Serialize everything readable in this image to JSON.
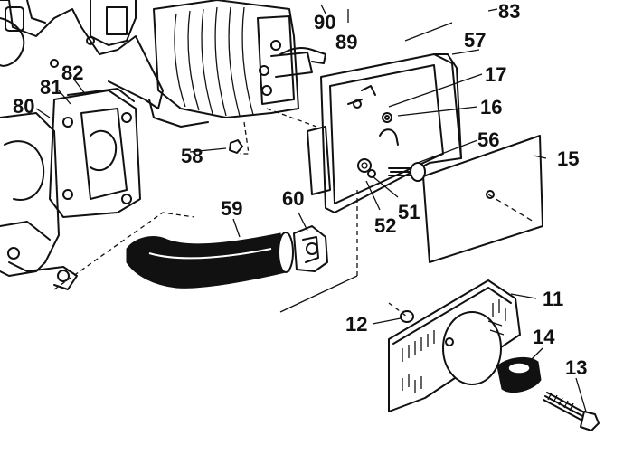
{
  "diagram": {
    "callouts": [
      {
        "id": "c90",
        "label": "90"
      },
      {
        "id": "c89",
        "label": "89"
      },
      {
        "id": "c83",
        "label": "83"
      },
      {
        "id": "c57",
        "label": "57"
      },
      {
        "id": "c17",
        "label": "17"
      },
      {
        "id": "c16",
        "label": "16"
      },
      {
        "id": "c56",
        "label": "56"
      },
      {
        "id": "c15",
        "label": "15"
      },
      {
        "id": "c82",
        "label": "82"
      },
      {
        "id": "c81",
        "label": "81"
      },
      {
        "id": "c80",
        "label": "80"
      },
      {
        "id": "c58",
        "label": "58"
      },
      {
        "id": "c60",
        "label": "60"
      },
      {
        "id": "c59",
        "label": "59"
      },
      {
        "id": "c51",
        "label": "51"
      },
      {
        "id": "c52",
        "label": "52"
      },
      {
        "id": "c11",
        "label": "11"
      },
      {
        "id": "c12",
        "label": "12"
      },
      {
        "id": "c14",
        "label": "14"
      },
      {
        "id": "c13",
        "label": "13"
      }
    ],
    "colors": {
      "ink": "#111111",
      "paper": "#ffffff"
    }
  }
}
